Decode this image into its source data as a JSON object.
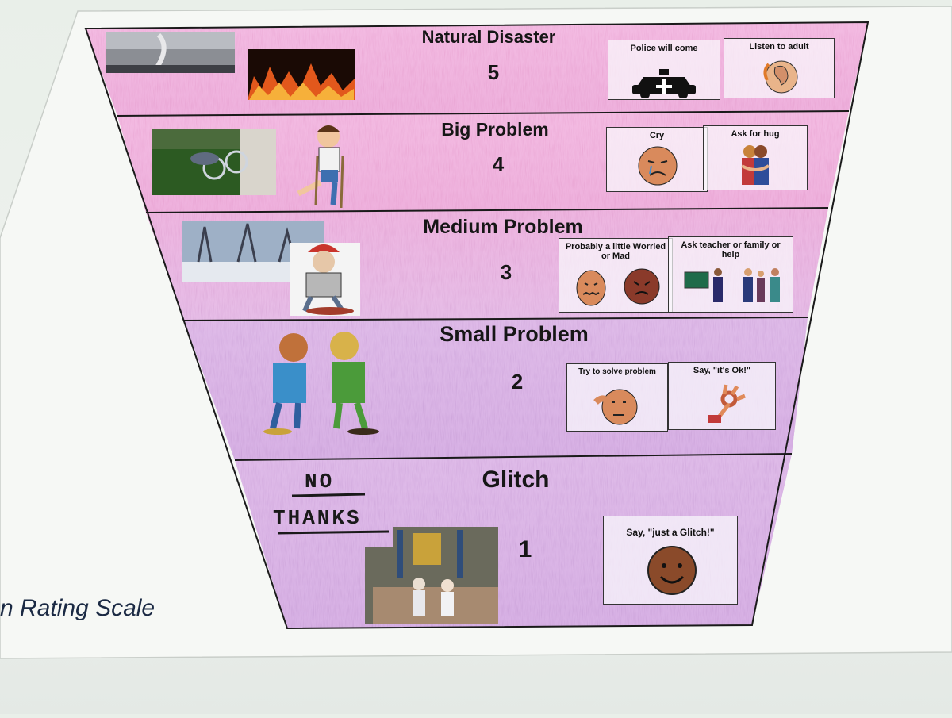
{
  "bands": [
    {
      "title": "Natural Disaster",
      "number": "5",
      "cards": [
        {
          "label": "Police will come",
          "icon": "police-car-icon"
        },
        {
          "label": "Listen to adult",
          "icon": "listening-ear-icon"
        }
      ]
    },
    {
      "title": "Big Problem",
      "number": "4",
      "cards": [
        {
          "label": "Cry",
          "icon": "crying-face-icon"
        },
        {
          "label": "Ask for hug",
          "icon": "hug-icon"
        }
      ]
    },
    {
      "title": "Medium Problem",
      "number": "3",
      "cards": [
        {
          "label": "Probably a little Worried or Mad",
          "icon": "worried-mad-faces-icon"
        },
        {
          "label": "Ask teacher or family or help",
          "icon": "teacher-family-icon"
        }
      ]
    },
    {
      "title": "Small Problem",
      "number": "2",
      "cards": [
        {
          "label": "Try to solve problem",
          "icon": "thinking-face-icon"
        },
        {
          "label": "Say, \"it's Ok!\"",
          "icon": "ok-hand-icon"
        }
      ]
    },
    {
      "title": "Glitch",
      "number": "1",
      "cards": [
        {
          "label": "Say, \"just a Glitch!\"",
          "icon": "smiling-face-icon"
        }
      ]
    }
  ],
  "handwriting": {
    "line1": "NO",
    "line2": "THANKS"
  },
  "caption": "n Rating Scale",
  "colors": {
    "pink": "#e8a6d0",
    "magenta": "#d37fc4",
    "purple": "#c49ad8",
    "border": "#1a1a1a"
  }
}
